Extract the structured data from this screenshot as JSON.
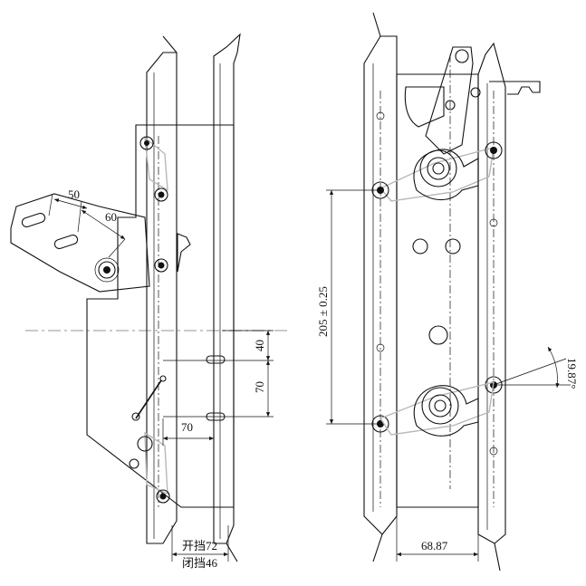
{
  "left_view": {
    "dimensions": {
      "d50": "50",
      "d60": "60",
      "d40": "40",
      "d70_vertical": "70",
      "d70_horizontal": "70",
      "open_gear": "开挡72",
      "closed_gear": "闭挡46"
    }
  },
  "right_view": {
    "dimensions": {
      "d205": "205 ± 0.25",
      "d6887": "68.87",
      "angle": "19.87°"
    }
  }
}
